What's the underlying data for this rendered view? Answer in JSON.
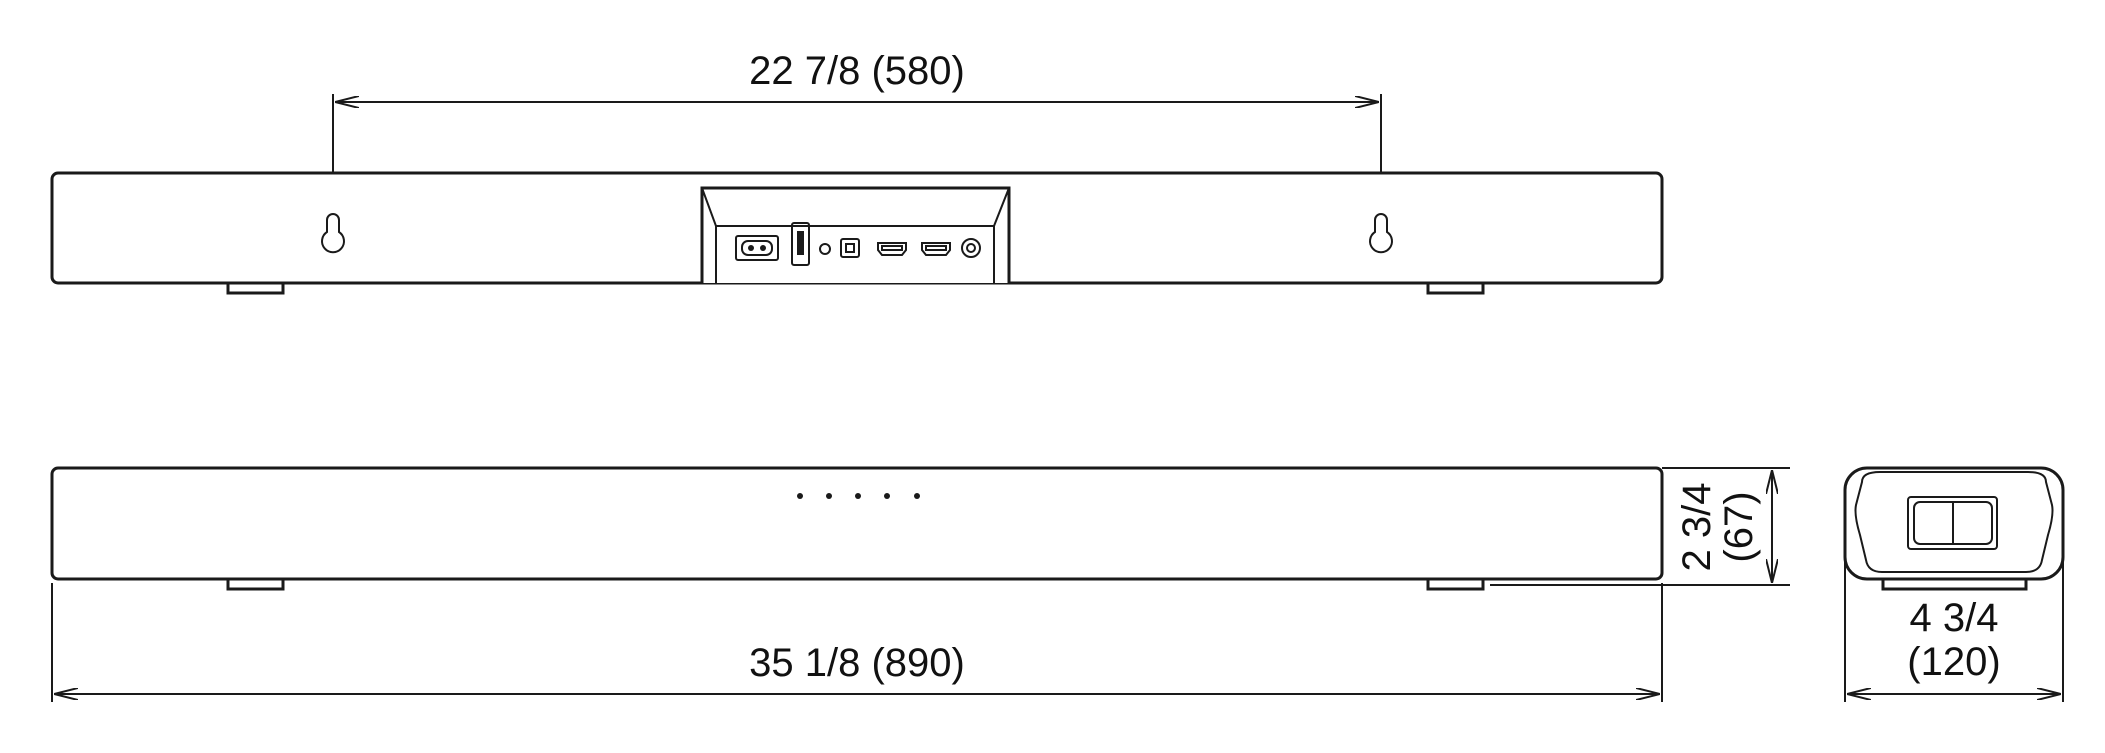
{
  "dimensions": {
    "mount_spacing": "22 7/8 (580)",
    "overall_width": "35 1/8 (890)",
    "height_in": "2 3/4",
    "height_mm": "(67)",
    "depth_in": "4 3/4",
    "depth_mm": "(120)"
  },
  "colors": {
    "line": "#1a1a1a",
    "background": "#ffffff"
  },
  "icons": {
    "keyhole": "keyhole-slot-icon",
    "power": "ac-inlet-icon",
    "usb": "usb-port-icon",
    "optical": "optical-port-icon",
    "hdmi": "hdmi-port-icon",
    "subwoofer": "sub-out-jack-icon",
    "indicator": "indicator-dot-icon"
  }
}
